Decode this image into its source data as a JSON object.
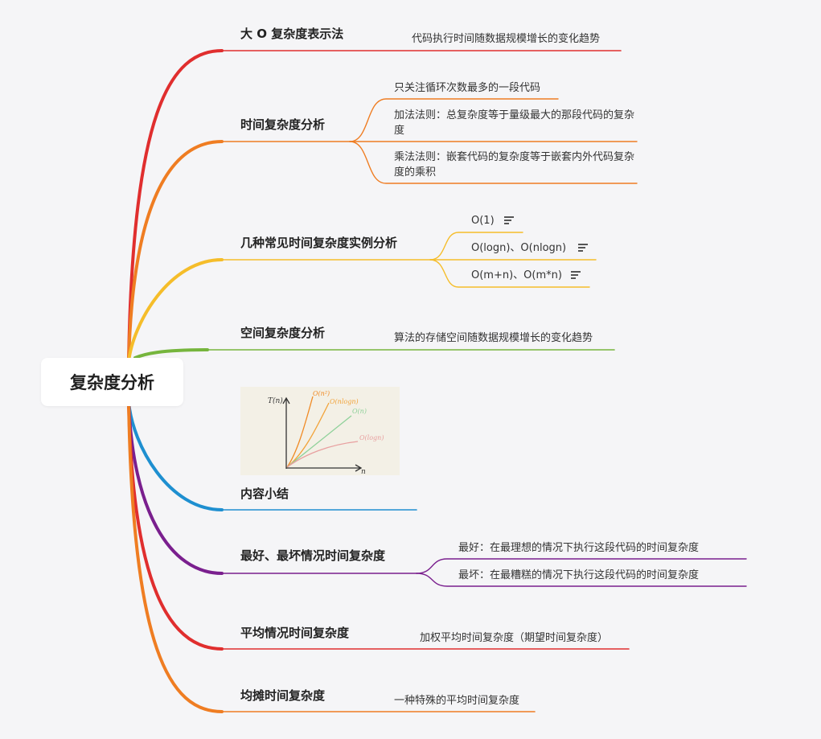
{
  "root": {
    "label": "复杂度分析"
  },
  "branches": [
    {
      "topic": "大 O 复杂度表示法",
      "color": "#e02e2e",
      "children": [
        "代码执行时间随数据规模增长的变化趋势"
      ]
    },
    {
      "topic": "时间复杂度分析",
      "color": "#ef7d22",
      "children": [
        "只关注循环次数最多的一段代码",
        "加法法则：总复杂度等于量级最大的那段代码的复杂度",
        "乘法法则：嵌套代码的复杂度等于嵌套内外代码复杂度的乘积"
      ]
    },
    {
      "topic": "几种常见时间复杂度实例分析",
      "color": "#f5bd2a",
      "children": [
        "O(1)",
        "O(logn)、O(nlogn)",
        "O(m+n)、O(m*n)"
      ]
    },
    {
      "topic": "空间复杂度分析",
      "color": "#76b53d",
      "children": [
        "算法的存储空间随数据规模增长的变化趋势"
      ]
    },
    {
      "topic": "内容小结",
      "color": "#1e8fd0",
      "children": []
    },
    {
      "topic": "最好、最坏情况时间复杂度",
      "color": "#7a1f8e",
      "children": [
        "最好：在最理想的情况下执行这段代码的时间复杂度",
        "最坏：在最糟糕的情况下执行这段代码的时间复杂度"
      ]
    },
    {
      "topic": "平均情况时间复杂度",
      "color": "#e02e2e",
      "children": [
        "加权平均时间复杂度（期望时间复杂度）"
      ]
    },
    {
      "topic": "均摊时间复杂度",
      "color": "#ef7d22",
      "children": [
        "一种特殊的平均时间复杂度"
      ]
    }
  ],
  "summary_image": {
    "y_axis_label": "T(n)",
    "x_axis_label": "n",
    "curves": [
      {
        "label": "O(n²)",
        "color": "#f08a24"
      },
      {
        "label": "O(nlogn)",
        "color": "#f2a33a"
      },
      {
        "label": "O(n)",
        "color": "#8fd19a"
      },
      {
        "label": "O(logn)",
        "color": "#e8a0a0"
      }
    ]
  }
}
